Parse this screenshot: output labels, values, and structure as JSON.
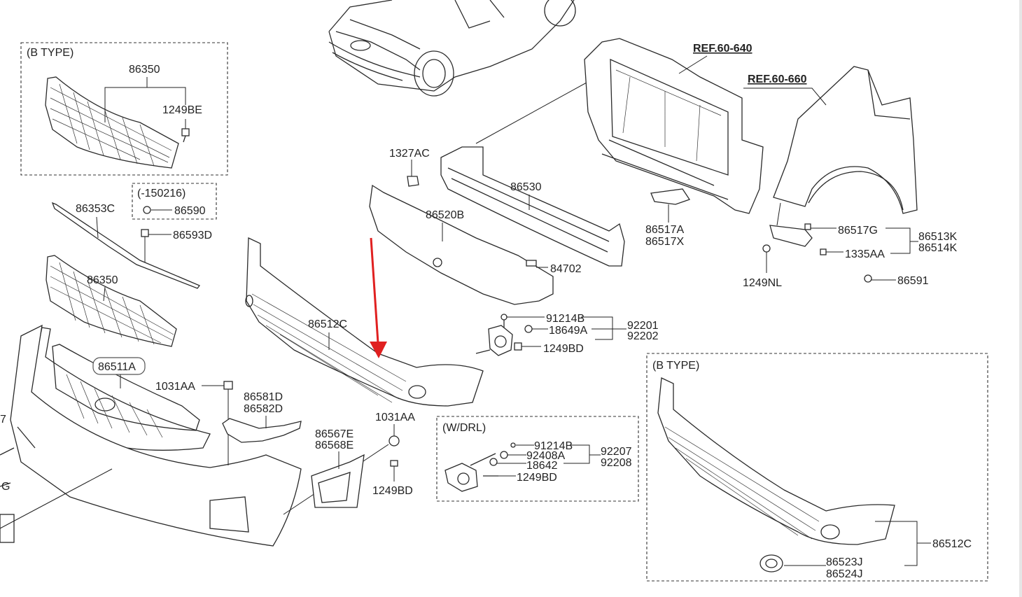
{
  "colors": {
    "background": "#ffffff",
    "linework": "#2a2a2a",
    "arrow": "#e02020"
  },
  "boxes": {
    "b_type_grille": "(B TYPE)",
    "date_note": "(-150216)",
    "w_drl": "(W/DRL)",
    "b_type_lower": "(B TYPE)"
  },
  "refs": {
    "ref1": "REF.60-640",
    "ref2": "REF.60-660"
  },
  "labels": {
    "p86350_top": "86350",
    "p1249BE": "1249BE",
    "p86353C": "86353C",
    "p86590": "86590",
    "p86593D": "86593D",
    "p86350_mid": "86350",
    "p86511A": "86511A",
    "p1031AA_a": "1031AA",
    "p86581D": "86581D",
    "p86582D": "86582D",
    "p1327AC": "1327AC",
    "p86530": "86530",
    "p86520B": "86520B",
    "p84702": "84702",
    "p86512C": "86512C",
    "p91214B_a": "91214B",
    "p18649A": "18649A",
    "p92201": "92201",
    "p92202": "92202",
    "p1249BD_a": "1249BD",
    "p1031AA_b": "1031AA",
    "p86567E": "86567E",
    "p86568E": "86568E",
    "p1249BD_b": "1249BD",
    "p91214B_b": "91214B",
    "p92408A": "92408A",
    "p18642": "18642",
    "p92207": "92207",
    "p92208": "92208",
    "p1249BD_c": "1249BD",
    "p86517A": "86517A",
    "p86517X": "86517X",
    "p86517G": "86517G",
    "p86513K": "86513K",
    "p86514K": "86514K",
    "p1335AA": "1335AA",
    "p1249NL": "1249NL",
    "p86591": "86591",
    "p86512C_b": "86512C",
    "p86523J": "86523J",
    "p86524J": "86524J",
    "p_edge7": "7",
    "p_edgeG": "G"
  }
}
